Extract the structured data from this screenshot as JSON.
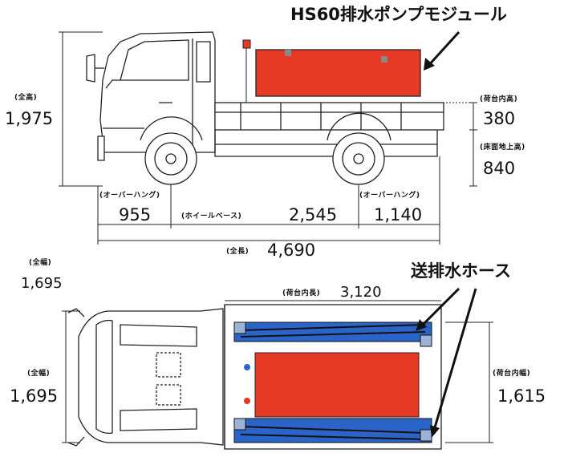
{
  "module_label": "HS60排水ポンプモジュール",
  "hose_label": "送排水ホース",
  "side_view": {
    "total_height_label": "(全高)",
    "total_height": "1,975",
    "bed_inner_height_label": "(荷台内高)",
    "bed_inner_height": "380",
    "floor_height_label": "(床面地上高)",
    "floor_height": "840",
    "front_overhang_label": "(オーバーハング)",
    "front_overhang": "955",
    "wheelbase_label": "(ホイールベース)",
    "wheelbase": "2,545",
    "rear_overhang_label": "(オーバーハング)",
    "rear_overhang": "1,140",
    "total_length_label": "(全長)",
    "total_length": "4,690"
  },
  "top_view": {
    "total_width_label_outer": "(全幅)",
    "total_width_outer": "1,695",
    "bed_inner_length_label": "(荷台内長)",
    "bed_inner_length": "3,120",
    "total_width_label": "(全幅)",
    "total_width": "1,695",
    "bed_inner_width_label": "(荷台内幅)",
    "bed_inner_width": "1,615"
  },
  "colors": {
    "module_red": "#e63a26",
    "hose_blue": "#2a64c8",
    "outline": "#222222"
  }
}
